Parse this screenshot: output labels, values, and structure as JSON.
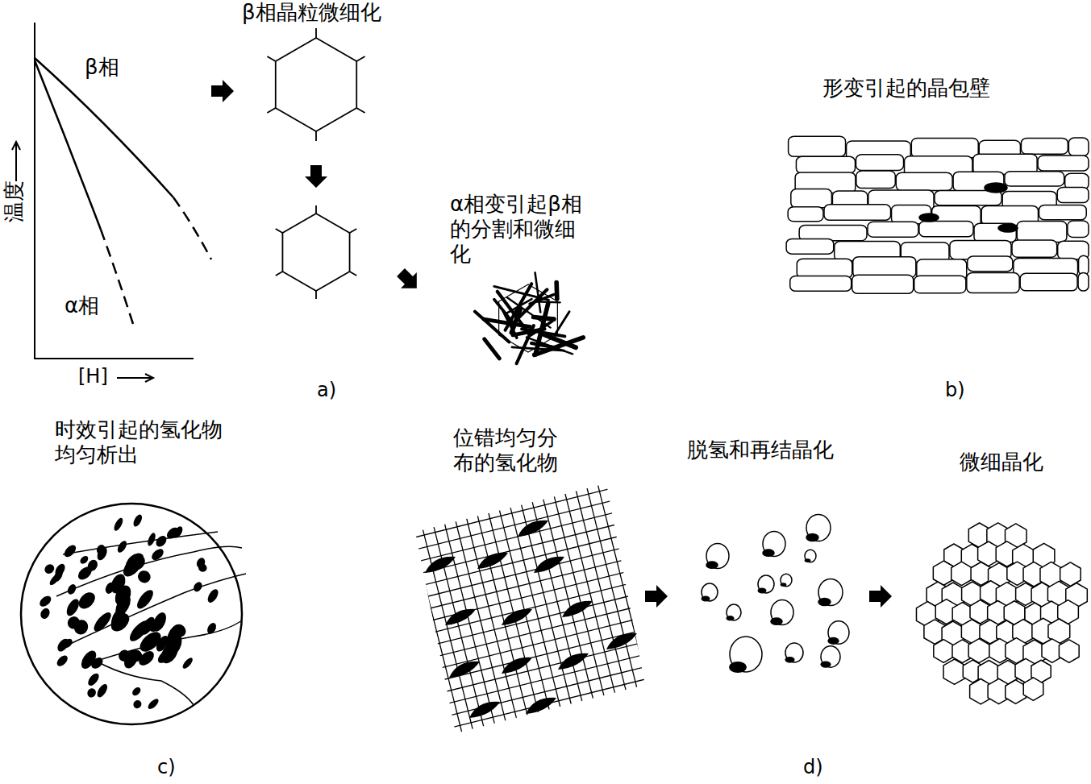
{
  "diagram": {
    "labels": [
      "β相晶粒微细化",
      "β相",
      "温度",
      "[H]",
      "α相",
      "α相变引起β相的分割和微细化",
      "a)",
      "形变引起的晶包壁",
      "b)",
      "时效引起的氢化物均匀析出",
      "位错均匀分布的氢化物",
      "脱氢和再结晶化",
      "微细晶化",
      "c)",
      "d)"
    ]
  }
}
